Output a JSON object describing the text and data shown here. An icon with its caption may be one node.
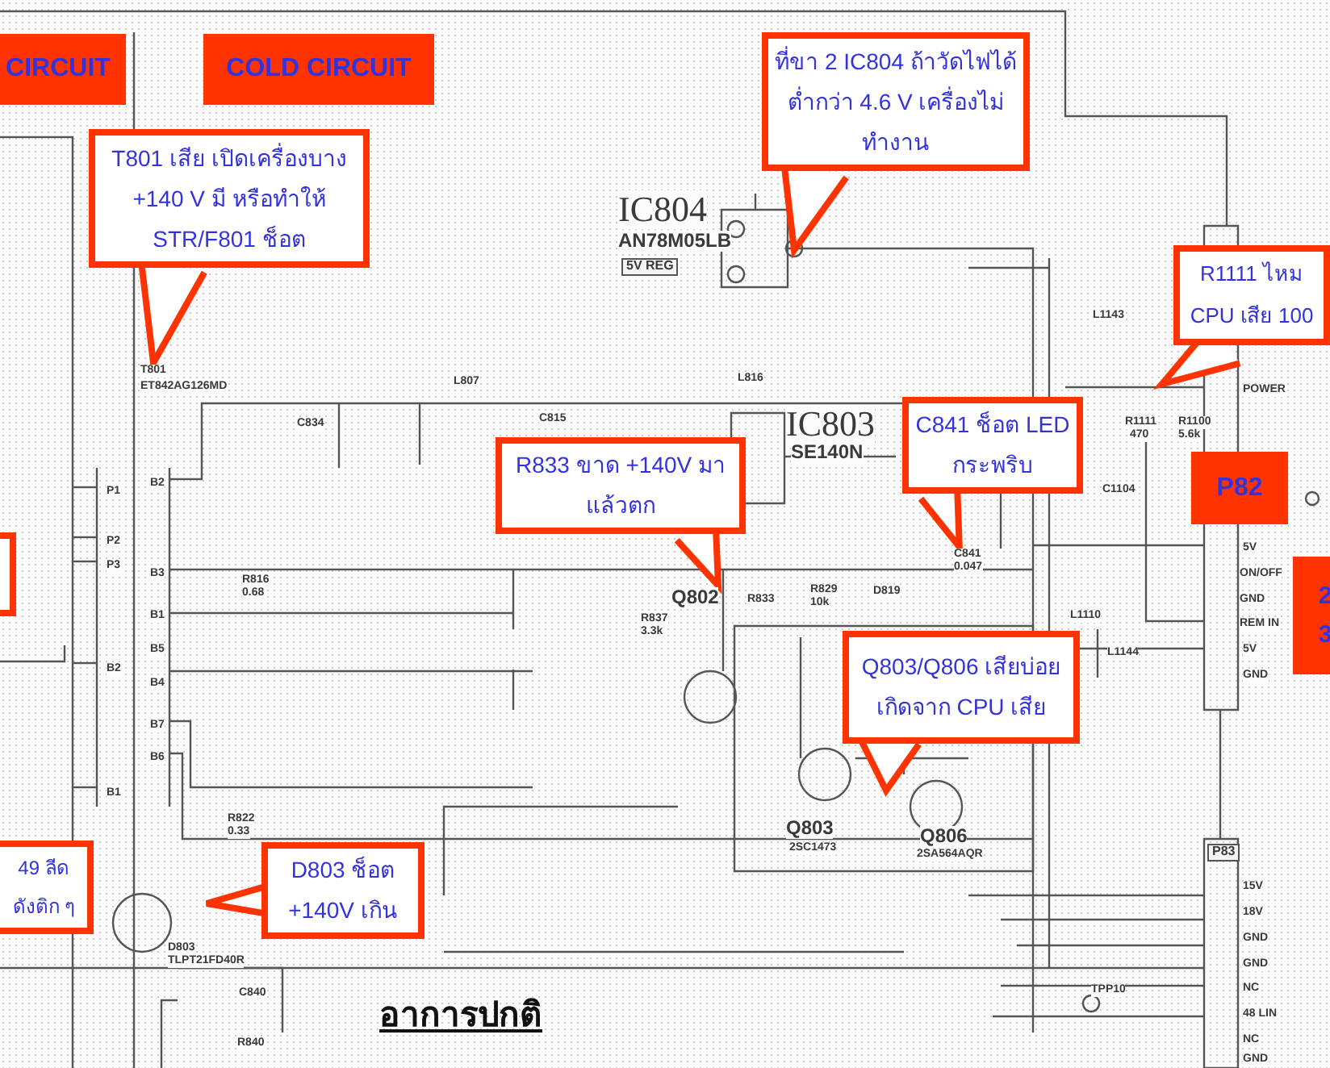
{
  "diagram": {
    "nodes": [
      {
        "text": [
          "CIRCUIT"
        ]
      },
      {
        "text": [
          "COLD CIRCUIT"
        ]
      },
      {
        "text": [
          "T801 เสีย เปิดเครื่องบาง +140 V มี หรือทำให้ STR/F801 ช็อต"
        ]
      },
      {
        "text": [
          "ที่ขา 2 IC804 ถ้าวัดไฟได้ต่ำกว่า 4.6 V เครื่องไม่ทำงาน"
        ]
      },
      {
        "text": [
          "R1111 ไหม CPU เสีย 100"
        ]
      },
      {
        "text": [
          "R833 ขาด +140V มาแล้วตก"
        ]
      },
      {
        "text": [
          "C841 ช็อต LED กระพริบ"
        ]
      },
      {
        "text": [
          "P82"
        ]
      },
      {
        "text": [
          "2",
          "3"
        ]
      },
      {
        "text": [
          "Q803/Q806 เสียบ่อย เกิดจาก CPU เสีย"
        ]
      },
      {
        "text": [],
        "shape": "box"
      },
      {
        "text": [
          "49 ลีด ดังติก ๆ"
        ]
      },
      {
        "text": [
          "D803 ช็อต +140V เกิน"
        ]
      },
      {
        "text": [
          "T801"
        ]
      },
      {
        "text": [
          "Q802"
        ]
      },
      {
        "text": [
          "C841"
        ]
      },
      {
        "text": [
          "Q803"
        ]
      },
      {
        "text": [
          "Q806"
        ]
      }
    ],
    "edges": [
      {
        "from": 2,
        "to": 13,
        "arrow": "to"
      },
      {
        "from": 3,
        "to": null,
        "arrow": "to"
      },
      {
        "from": 4,
        "to": null,
        "arrow": "to"
      },
      {
        "from": 5,
        "to": 14,
        "arrow": "to"
      },
      {
        "from": 6,
        "to": 15,
        "arrow": "to"
      },
      {
        "from": 9,
        "to": null,
        "arrow": "to"
      },
      {
        "from": 12,
        "to": null,
        "arrow": "to"
      }
    ],
    "labels": [
      "IC804",
      "AN78M05LB",
      "5V REG",
      "IC803",
      "SE140N",
      "ET842AG126MD",
      "2SC1473",
      "2SA564AQR",
      "D803",
      "TLPT21FD40R",
      "P83",
      "15V",
      "18V",
      "GND",
      "GND",
      "NC",
      "48 LIN",
      "NC",
      "GND",
      "POWER",
      "5V",
      "ON/OFF",
      "GND",
      "REM IN",
      "5V",
      "GND",
      "R1111",
      "470",
      "R1100",
      "5.6k",
      "C1104",
      "L1143",
      "L1110",
      "L1144",
      "0.047",
      "R833",
      "R829",
      "10k",
      "D819",
      "R837",
      "3.3k",
      "L816",
      "L807",
      "C834",
      "C815",
      "R816",
      "0.68",
      "R822",
      "0.33",
      "TPP10",
      "C840",
      "R840",
      "B2",
      "B3",
      "B1",
      "B5",
      "B4",
      "B7",
      "B6",
      "P1",
      "P2",
      "P3",
      "B2",
      "B1",
      "อาการปกติ"
    ]
  }
}
